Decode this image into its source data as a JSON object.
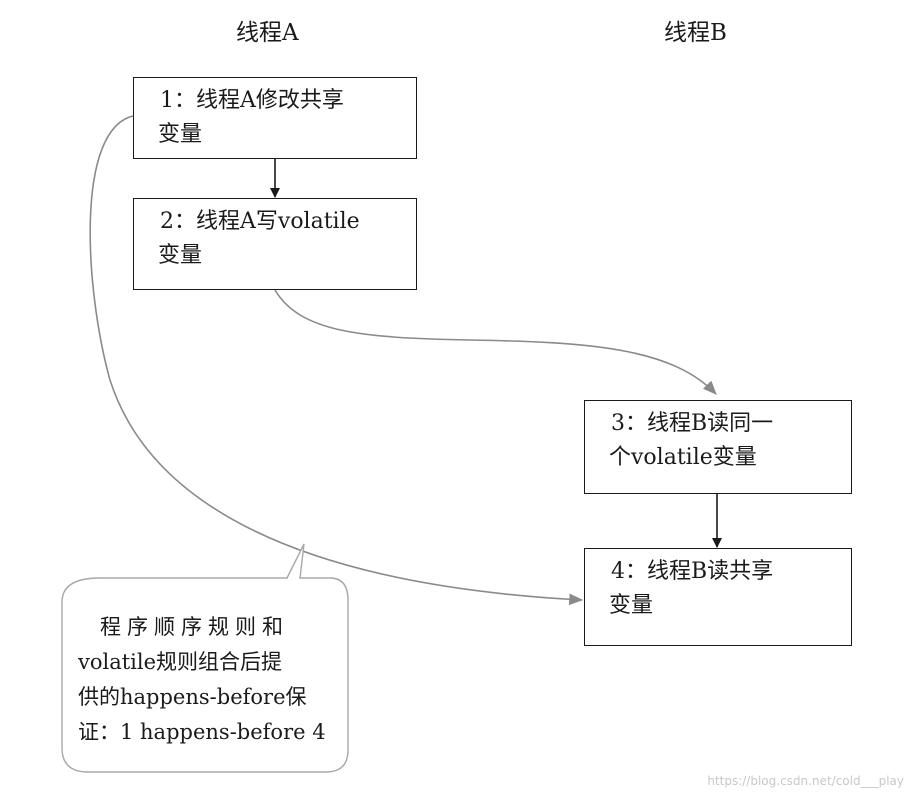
{
  "lanes": {
    "a_title": "线程A",
    "b_title": "线程B"
  },
  "steps": [
    {
      "line1": "1：线程A修改共享",
      "line2": "变量"
    },
    {
      "line1": "2：线程A写volatile",
      "line2": "变量"
    },
    {
      "line1": "3：线程B读同一",
      "line2": "个volatile变量"
    },
    {
      "line1": "4：线程B读共享",
      "line2": "变量"
    }
  ],
  "callout": {
    "lines": [
      "程序顺序规则和",
      "volatile规则组合后提",
      "供的happens-before保",
      "证：1 happens-before 4"
    ]
  },
  "watermark": "https://blog.csdn.net/cold___play",
  "colors": {
    "box_border": "#1a1a1a",
    "arrow_black": "#1a1a1a",
    "arrow_gray": "#8a8a8a",
    "callout_border": "#a8a8a8",
    "watermark": "#c8c8c8"
  }
}
